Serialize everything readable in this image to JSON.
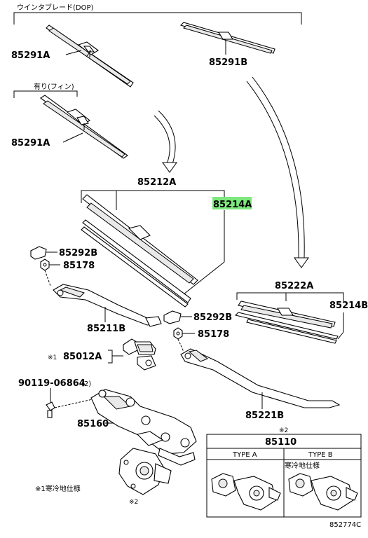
{
  "header": {
    "wiper_blade_dop": "ウインタブレード(DOP)",
    "with_fin": "有り(フィン)"
  },
  "parts": {
    "p85291A_top": "85291A",
    "p85291B": "85291B",
    "p85291A_mid": "85291A",
    "p85212A": "85212A",
    "p85214A": "85214A",
    "p85292B_left": "85292B",
    "p85178_left": "85178",
    "p85211B": "85211B",
    "p85292B_right": "85292B",
    "p85178_right": "85178",
    "p85012A": "85012A",
    "p85012A_prefix": "※1",
    "p90119": "90119-06864",
    "p90119_qty": "(2)",
    "p85160": "85160",
    "p85222A": "85222A",
    "p85214B": "85214B",
    "p85221B": "85221B",
    "p85110": "85110"
  },
  "motor_table": {
    "note_mark": "※2",
    "type_a": "TYPE A",
    "type_b": "TYPE B",
    "type_b_note": "寒冷地仕様"
  },
  "notes": {
    "cold_region": "※1寒冷地仕様",
    "mark2_motor": "※2"
  },
  "diagram_id": "852774C",
  "colors": {
    "highlight": "#7de87d",
    "line": "#000000",
    "background": "#ffffff"
  }
}
